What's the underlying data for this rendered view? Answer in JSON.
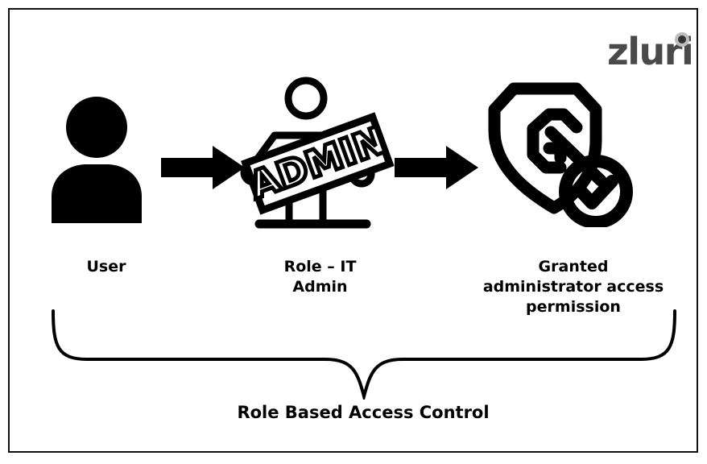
{
  "brand": {
    "logo_text": "zluri",
    "logo_color": "#4a4a4a",
    "logo_dot_outer_color": "#bdbdbd",
    "logo_dot_inner_color": "#333333"
  },
  "diagram": {
    "title": "Role Based Access Control",
    "border_color": "#111111",
    "background_color": "#ffffff",
    "ink_color": "#000000",
    "steps": [
      {
        "id": "user",
        "icon": "user-avatar-icon",
        "label": "User"
      },
      {
        "id": "role",
        "icon": "person-holding-admin-sign-icon",
        "sign_text": "ADMIN",
        "label": "Role – IT\nAdmin"
      },
      {
        "id": "permission",
        "icon": "shield-key-check-icon",
        "label": "Granted\nadministrator access\npermission"
      }
    ],
    "connectors": [
      {
        "id": "arrow-1",
        "icon": "right-arrow-icon"
      },
      {
        "id": "arrow-2",
        "icon": "right-arrow-icon"
      }
    ],
    "grouping": {
      "icon": "curly-brace-icon",
      "caption": "Role Based Access Control"
    }
  }
}
